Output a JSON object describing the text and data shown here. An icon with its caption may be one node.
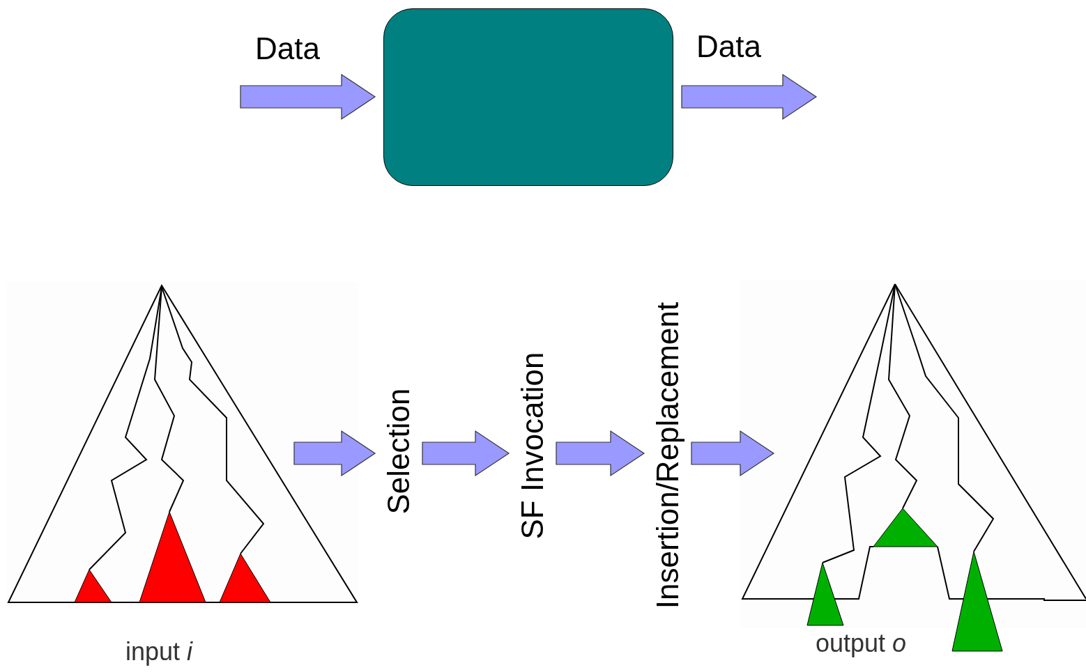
{
  "diagram": {
    "nodes": [
      {
        "text": [],
        "shape": "box"
      },
      {
        "text": [],
        "shape": "picture",
        "beside": [
          "input *i*"
        ]
      },
      {
        "text": [
          "Selection"
        ]
      },
      {
        "text": [
          "SF Invocation"
        ]
      },
      {
        "text": [
          "Insertion/Replacement"
        ]
      },
      {
        "text": [],
        "shape": "picture",
        "beside": [
          "output *o*"
        ]
      }
    ],
    "edges": [
      {
        "from": null,
        "to": 0,
        "arrow": "to",
        "label": "Data"
      },
      {
        "from": 0,
        "to": null,
        "arrow": "to",
        "label": "Data"
      },
      {
        "from": 1,
        "to": 2,
        "arrow": "to"
      },
      {
        "from": 2,
        "to": 3,
        "arrow": "to"
      },
      {
        "from": 3,
        "to": 4,
        "arrow": "to"
      },
      {
        "from": 4,
        "to": 5,
        "arrow": "to"
      }
    ]
  }
}
